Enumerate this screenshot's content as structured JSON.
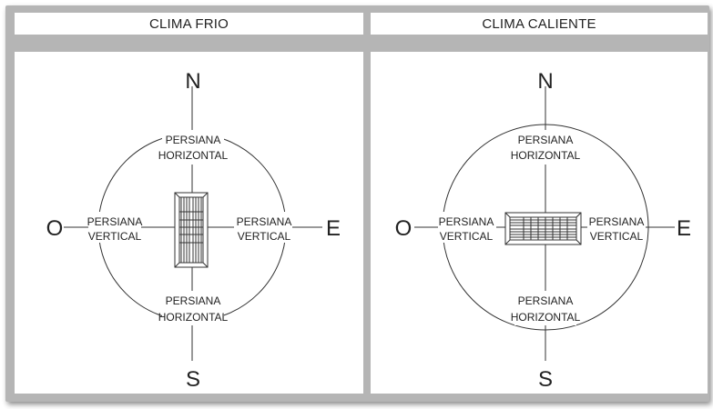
{
  "headers": {
    "cold": "CLIMA FRIO",
    "hot": "CLIMA CALIENTE"
  },
  "compass": {
    "north": "N",
    "south": "S",
    "west": "O",
    "east": "E"
  },
  "labels": {
    "persiana": "PERSIANA",
    "horizontal": "HORIZONTAL",
    "vertical": "VERTICAL"
  },
  "colors": {
    "frame": "#b5b5b5",
    "line": "#333333"
  }
}
